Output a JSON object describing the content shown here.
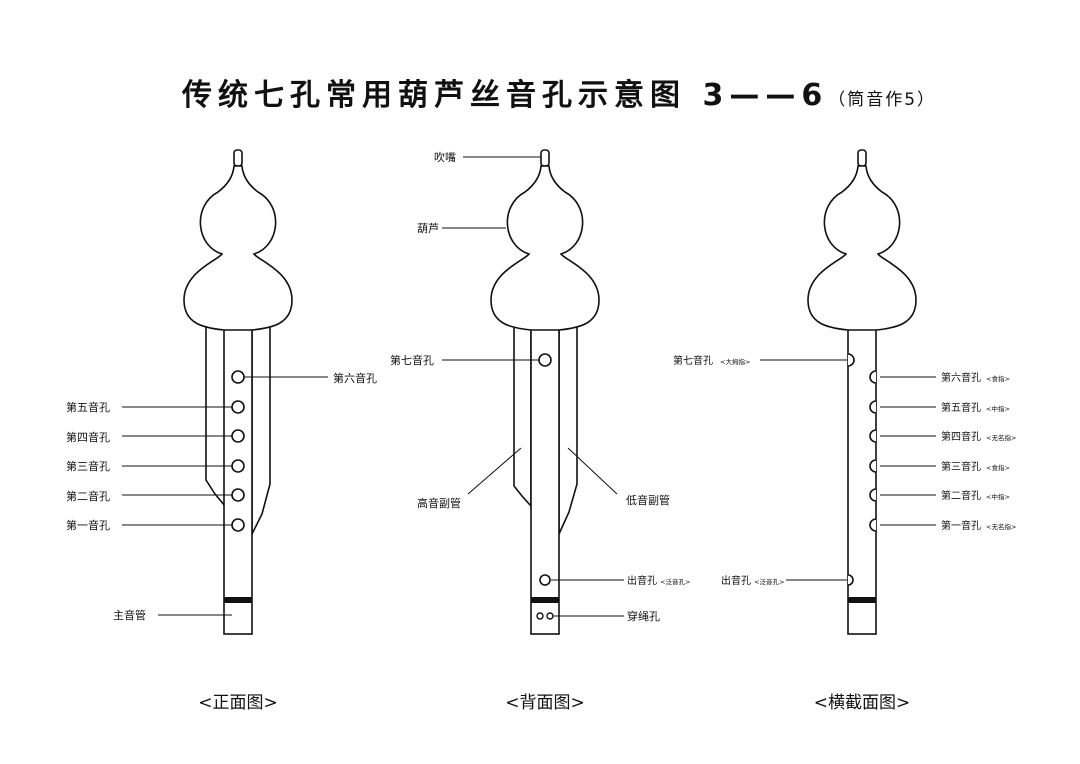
{
  "title": {
    "main": "传统七孔常用葫芦丝音孔示意图",
    "key": "3——6",
    "note": "（筒音作5）"
  },
  "front": {
    "caption": "<正面图>",
    "labels": {
      "hole6": "第六音孔",
      "hole5": "第五音孔",
      "hole4": "第四音孔",
      "hole3": "第三音孔",
      "hole2": "第二音孔",
      "hole1": "第一音孔",
      "main_pipe": "主音管"
    }
  },
  "back": {
    "caption": "<背面图>",
    "labels": {
      "mouthpiece": "吹嘴",
      "gourd": "葫芦",
      "hole7": "第七音孔",
      "high_pipe": "高音副管",
      "low_pipe": "低音副管",
      "outlet": "出音孔",
      "outlet_note": "<泛音孔>",
      "string_hole": "穿绳孔"
    }
  },
  "side": {
    "caption": "<横截面图>",
    "labels": {
      "hole7": "第七音孔",
      "hole7_finger": "<大拇指>",
      "hole6": "第六音孔",
      "hole6_finger": "<食指>",
      "hole5": "第五音孔",
      "hole5_finger": "<中指>",
      "hole4": "第四音孔",
      "hole4_finger": "<无名指>",
      "hole3": "第三音孔",
      "hole3_finger": "<食指>",
      "hole2": "第二音孔",
      "hole2_finger": "<中指>",
      "hole1": "第一音孔",
      "hole1_finger": "<无名指>",
      "outlet": "出音孔",
      "outlet_note": "<泛音孔>"
    }
  }
}
